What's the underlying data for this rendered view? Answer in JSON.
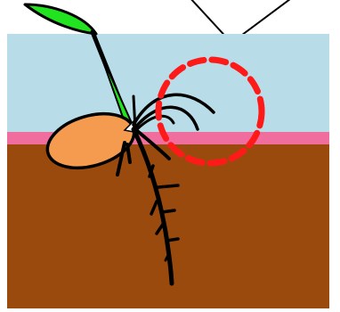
{
  "colors": {
    "background": "#ffffff",
    "sky": "#b8dde8",
    "pink_stripe": "#f06e9e",
    "soil": "#9b4a0d",
    "seed": "#f59b4f",
    "leaf": "#22e31f",
    "outline": "#000000",
    "highlight_circle": "#ff1a1a"
  },
  "icons": {
    "seed": "seed-shape",
    "leaf": "leaf-shape",
    "highlight": "dashed-circle"
  }
}
